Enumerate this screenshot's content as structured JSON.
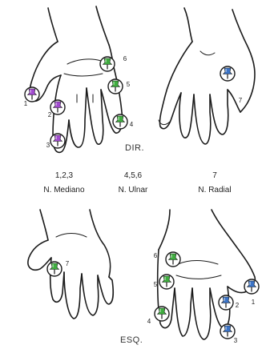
{
  "side_labels": {
    "right": "DIR.",
    "left": "ESQ."
  },
  "nerve_legend": [
    {
      "points": "1,2,3",
      "name": "N. Mediano"
    },
    {
      "points": "4,5,6",
      "name": "N. Ulnar"
    },
    {
      "points": "7",
      "name": "N. Radial"
    }
  ],
  "colors": {
    "median": "#a24bd0",
    "ulnar": "#3fae3f",
    "radial": "#3b74c8",
    "outline": "#1a1a1a"
  },
  "markers": {
    "dir_palm": [
      {
        "n": "1",
        "nerve": "median",
        "icon": "pushpin-icon"
      },
      {
        "n": "2",
        "nerve": "median",
        "icon": "pushpin-icon"
      },
      {
        "n": "3",
        "nerve": "median",
        "icon": "pushpin-icon"
      },
      {
        "n": "4",
        "nerve": "ulnar",
        "icon": "pushpin-icon"
      },
      {
        "n": "5",
        "nerve": "ulnar",
        "icon": "pushpin-icon"
      },
      {
        "n": "6",
        "nerve": "ulnar",
        "icon": "pushpin-icon"
      }
    ],
    "dir_back": [
      {
        "n": "7",
        "nerve": "radial",
        "icon": "pushpin-icon"
      }
    ],
    "esq_back": [
      {
        "n": "7",
        "nerve": "ulnar",
        "icon": "pushpin-icon"
      }
    ],
    "esq_palm": [
      {
        "n": "6",
        "nerve": "ulnar",
        "icon": "pushpin-icon"
      },
      {
        "n": "5",
        "nerve": "ulnar",
        "icon": "pushpin-icon"
      },
      {
        "n": "4",
        "nerve": "ulnar",
        "icon": "pushpin-icon"
      },
      {
        "n": "1",
        "nerve": "radial",
        "icon": "pushpin-icon"
      },
      {
        "n": "2",
        "nerve": "radial",
        "icon": "pushpin-icon"
      },
      {
        "n": "3",
        "nerve": "radial",
        "icon": "pushpin-icon"
      }
    ]
  }
}
